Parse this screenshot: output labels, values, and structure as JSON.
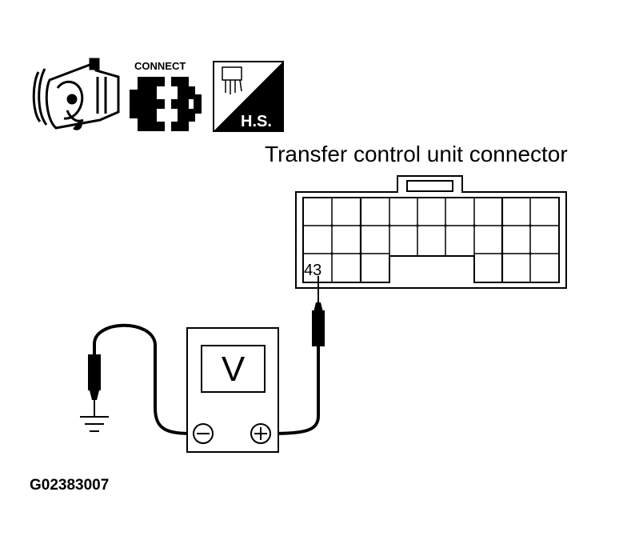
{
  "diagram": {
    "connector_title": "Transfer control unit connector",
    "pin_label": "43",
    "meter_symbol": "V",
    "figure_id": "G02383007",
    "icons": {
      "connect_label": "CONNECT",
      "hs_label": "H.S."
    }
  }
}
